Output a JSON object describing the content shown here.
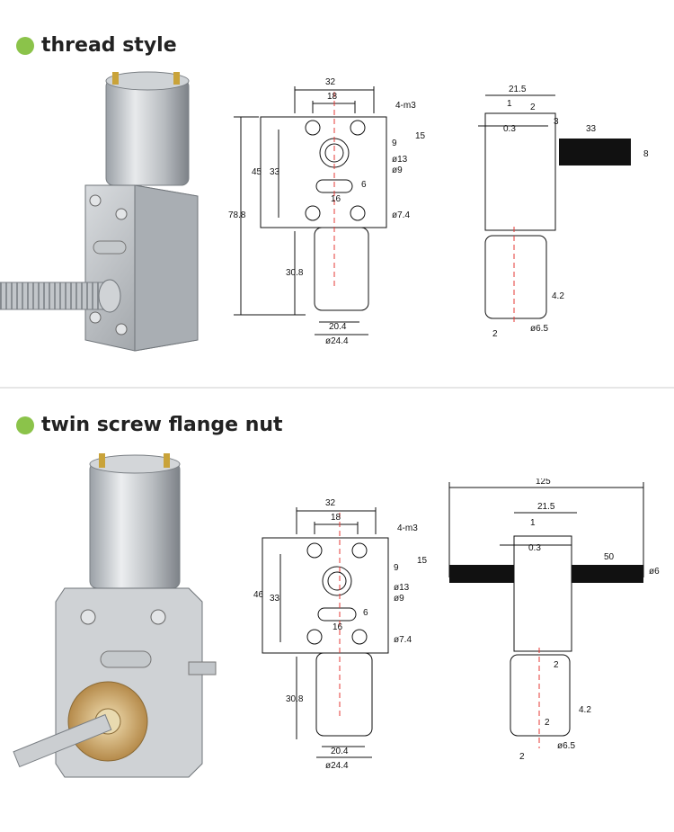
{
  "accent_color": "#8bc34a",
  "sections": [
    {
      "heading": "thread style",
      "front_dims": {
        "width_top": "32",
        "hole_spacing": "18",
        "thread": "4-m3",
        "side_15": "15",
        "side_9": "9",
        "shaft_13": "ø13",
        "shaft_9": "ø9",
        "height_45": "45",
        "height_33": "33",
        "slot_6": "6",
        "slot_16": "16",
        "boss_74": "ø7.4",
        "total_788": "78.8",
        "motor_308": "30.8",
        "motor_204": "20.4",
        "motor_244": "ø24.4"
      },
      "side_dims": {
        "d215": "21.5",
        "d1": "1",
        "d2": "2",
        "d03": "0.3",
        "d3": "3",
        "d33": "33",
        "d8": "8",
        "d42": "4.2",
        "d2b": "2",
        "d65": "ø6.5"
      }
    },
    {
      "heading": "twin screw flange nut",
      "front_dims": {
        "width_top": "32",
        "hole_spacing": "18",
        "thread": "4-m3",
        "side_15": "15",
        "side_9": "9",
        "shaft_13": "ø13",
        "shaft_9": "ø9",
        "height_46": "46",
        "height_33": "33",
        "slot_6": "6",
        "slot_16": "16",
        "boss_74": "ø7.4",
        "motor_308": "30.8",
        "motor_204": "20.4",
        "motor_244": "ø24.4"
      },
      "side_dims": {
        "d125": "125",
        "d215": "21.5",
        "d1": "1",
        "d03": "0.3",
        "d50": "50",
        "d6": "ø6",
        "d2": "2",
        "d42": "4.2",
        "d2b": "2",
        "d2c": "2",
        "d65": "ø6.5"
      }
    }
  ]
}
